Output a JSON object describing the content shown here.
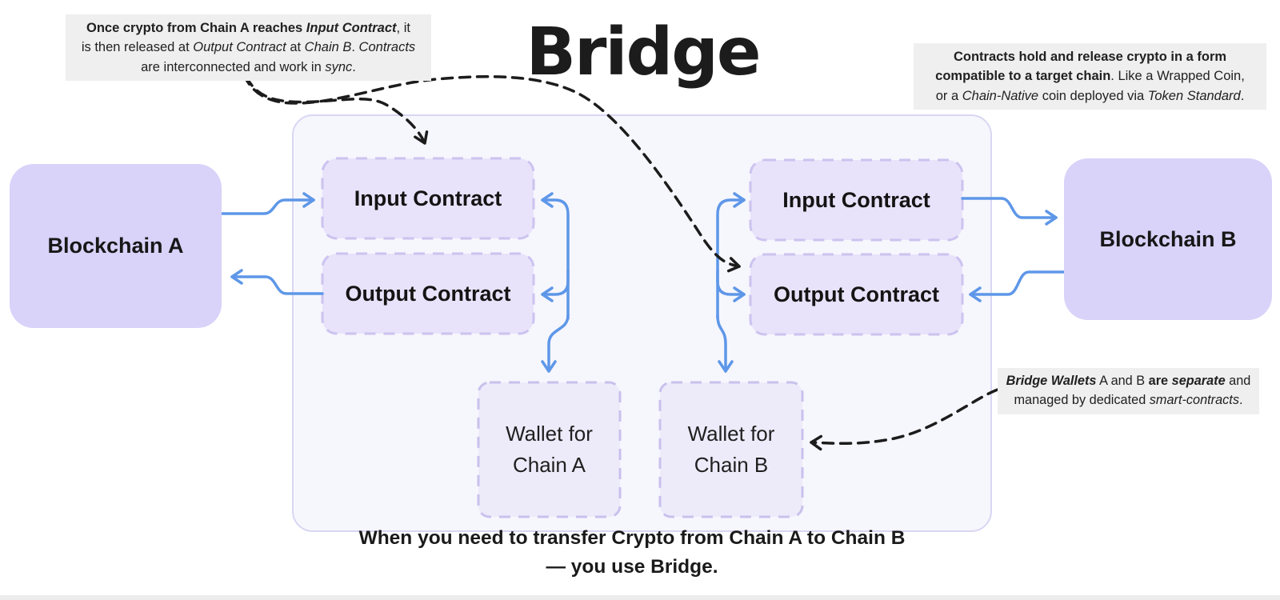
{
  "title": "Bridge",
  "caption": {
    "line1": "When you need to transfer Crypto from Chain A to Chain B",
    "line2": "— you use Bridge."
  },
  "nodes": {
    "blockchain_a": "Blockchain A",
    "blockchain_b": "Blockchain B",
    "input_contract_a": "Input Contract",
    "output_contract_a": "Output Contract",
    "input_contract_b": "Input Contract",
    "output_contract_b": "Output Contract",
    "wallet_a": {
      "line1": "Wallet for",
      "line2": "Chain A"
    },
    "wallet_b": {
      "line1": "Wallet for",
      "line2": "Chain B"
    }
  },
  "annotations": {
    "top_left": {
      "lines": [
        [
          {
            "t": "Once crypto from Chain A reaches ",
            "b": true
          },
          {
            "t": "Input Contract",
            "b": true,
            "i": true
          },
          {
            "t": ", it"
          }
        ],
        [
          {
            "t": "is then released at "
          },
          {
            "t": "Output Contract",
            "i": true
          },
          {
            "t": " at "
          },
          {
            "t": "Chain B",
            "i": true
          },
          {
            "t": ". "
          },
          {
            "t": "Contracts",
            "i": true
          }
        ],
        [
          {
            "t": "are interconnected and work in "
          },
          {
            "t": "sync",
            "i": true
          },
          {
            "t": "."
          }
        ]
      ]
    },
    "top_right": {
      "lines": [
        [
          {
            "t": "Contracts hold and release crypto in a form",
            "b": true
          }
        ],
        [
          {
            "t": "compatible to a target chain",
            "b": true
          },
          {
            "t": ". Like a Wrapped Coin,"
          }
        ],
        [
          {
            "t": "or a "
          },
          {
            "t": "Chain-Native",
            "i": true
          },
          {
            "t": " coin deployed via "
          },
          {
            "t": "Token Standard",
            "i": true
          },
          {
            "t": "."
          }
        ]
      ]
    },
    "bottom_right": {
      "lines": [
        [
          {
            "t": "Bridge Wallets",
            "b": true,
            "i": true
          },
          {
            "t": " A and B "
          },
          {
            "t": "are ",
            "b": true
          },
          {
            "t": "separate",
            "b": true,
            "i": true
          },
          {
            "t": " and"
          }
        ],
        [
          {
            "t": "managed by dedicated "
          },
          {
            "t": "smart-contracts",
            "i": true
          },
          {
            "t": "."
          }
        ]
      ]
    }
  },
  "colors": {
    "arrow_blue": "#5e97e8",
    "dashed_black": "#1c1c1c",
    "blockchain_node_fill": "#d9d2f9",
    "contract_fill": "#e8e3fa",
    "contract_border": "#ccc3f0",
    "wallet_fill": "#edebfa",
    "wallet_border": "#c9c1ec",
    "bridge_container_fill": "#f6f6fd",
    "bridge_container_border": "#d9d6f3",
    "annotation_bg": "#efefef"
  }
}
